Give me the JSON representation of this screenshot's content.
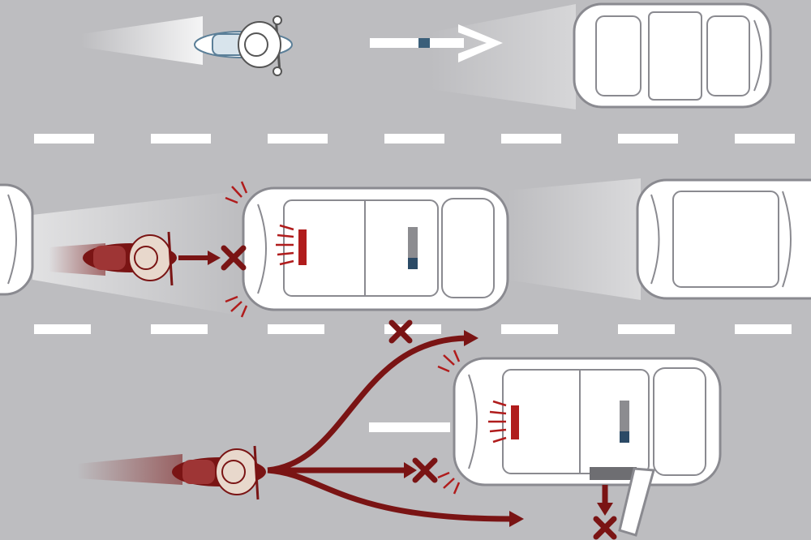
{
  "scene": {
    "type": "traffic-safety-illustration",
    "road_color": "#bdbdc0",
    "lane_marking_color": "#ffffff",
    "danger_color": "#7a1414",
    "vehicle_body_color": "#ffffff",
    "vehicle_outline_color": "#8a8a90"
  },
  "lanes": [
    "top-lane",
    "middle-lane",
    "bottom-lane"
  ],
  "vehicles": {
    "cars": [
      "car-top-right",
      "car-middle-partial-left",
      "car-middle-braking",
      "car-middle-right",
      "car-bottom-door-open"
    ],
    "motorcycles": [
      "motorcycle-safe-top",
      "motorcycle-danger-middle",
      "motorcycle-danger-bottom"
    ]
  },
  "markers": {
    "blocked_symbol": "x-mark",
    "brake_light_icon": "brake-light-icon",
    "direction_arrow": "arrow-icon"
  }
}
